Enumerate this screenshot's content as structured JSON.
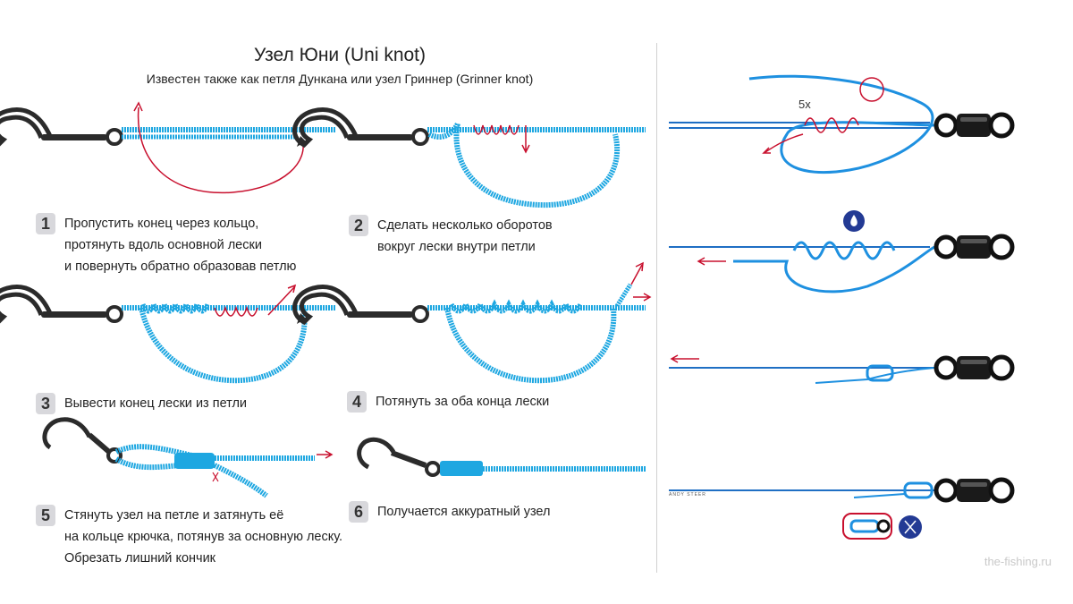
{
  "header": {
    "title": "Узел Юни (Uni knot)",
    "subtitle": "Известен также как петля Дункана или узел Гриннер (Grinner knot)"
  },
  "steps": [
    {
      "number": "1",
      "lines": [
        "Пропустить конец через кольцо,",
        "протянуть вдоль основной лески",
        "и повернуть обратно образовав петлю"
      ]
    },
    {
      "number": "2",
      "lines": [
        "Сделать несколько оборотов",
        "вокруг лески внутри петли"
      ]
    },
    {
      "number": "3",
      "lines": [
        "Вывести конец лески из петли"
      ]
    },
    {
      "number": "4",
      "lines": [
        "Потянуть за оба конца лески"
      ]
    },
    {
      "number": "5",
      "lines": [
        "Стянуть узел на петле и затянуть её",
        "на кольце крючка, потянув за основную леску.",
        "Обрезать лишний кончик"
      ]
    },
    {
      "number": "6",
      "lines": [
        "Получается аккуратный узел"
      ]
    }
  ],
  "right_panel": {
    "turns_label": "5x",
    "author": "ANDY STEER"
  },
  "watermark": "the-fishing.ru",
  "colors": {
    "line_blue": "#1ea7e1",
    "line_dark_blue": "#1f6fc4",
    "arrow_red": "#c8102e",
    "hook": "#2b2b2b",
    "badge": "#d8d8dc",
    "icon_blue": "#233a94"
  }
}
